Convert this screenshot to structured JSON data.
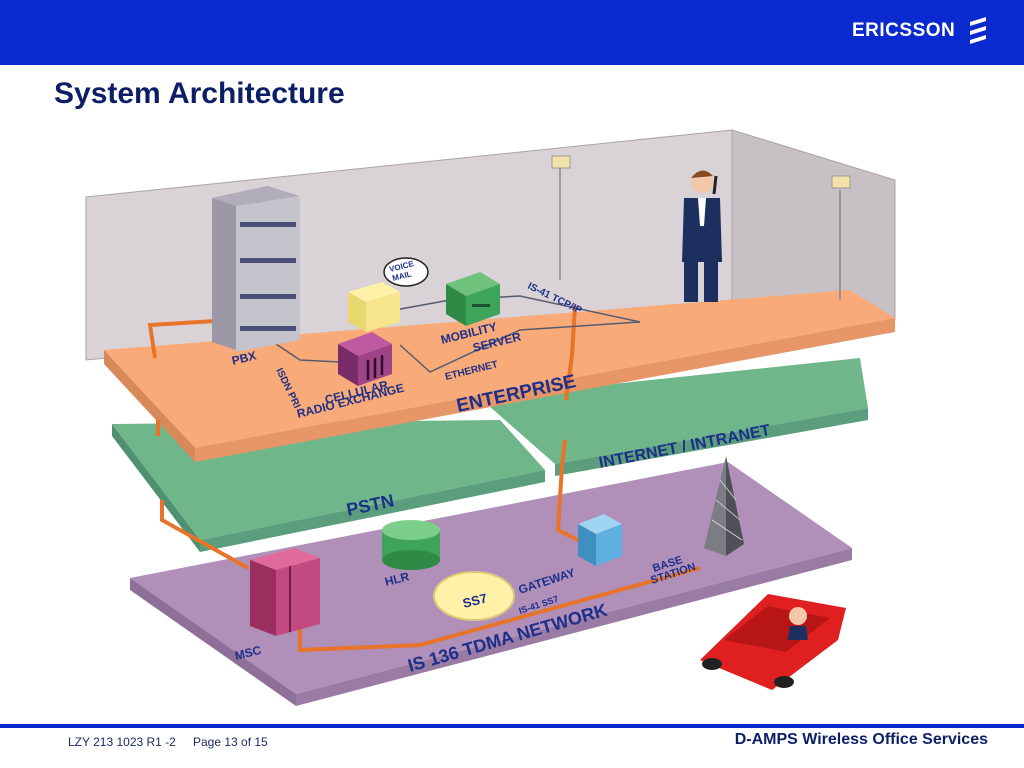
{
  "header": {
    "brand": "ERICSSON",
    "logo_icon": "ericsson-logo-icon",
    "color": "#0a2ad0"
  },
  "title": "System Architecture",
  "diagram": {
    "layers": {
      "enterprise": "ENTERPRISE",
      "internet": "INTERNET / INTRANET",
      "pstn": "PSTN",
      "network": "IS 136 TDMA NETWORK"
    },
    "labels": {
      "pbx": "PBX",
      "isdn": "ISDN PRI",
      "cre_line1": "CELLULAR",
      "cre_line2": "RADIO EXCHANGE",
      "ethernet": "ETHERNET",
      "mobility1": "MOBILITY",
      "mobility2": "SERVER",
      "voicemail1": "VOICE",
      "voicemail2": "MAIL",
      "is41tcp": "IS-41 TCP/IP",
      "hlr": "HLR",
      "ss7": "SS7",
      "gateway": "GATEWAY",
      "base1": "BASE",
      "base2": "STATION",
      "is41ss7": "IS-41 SS7",
      "msc": "MSC"
    },
    "colors": {
      "enterprise": "#f8aa78",
      "internet": "#6fb78a",
      "pstn": "#6fb78a",
      "network": "#b08fb8",
      "wall": "#d8d2d6",
      "link": "#e8742a"
    }
  },
  "footer": {
    "doc_id": "LZY 213 1023 R1 -2",
    "page": "Page 13 of 15",
    "product": "D-AMPS Wireless Office Services"
  }
}
